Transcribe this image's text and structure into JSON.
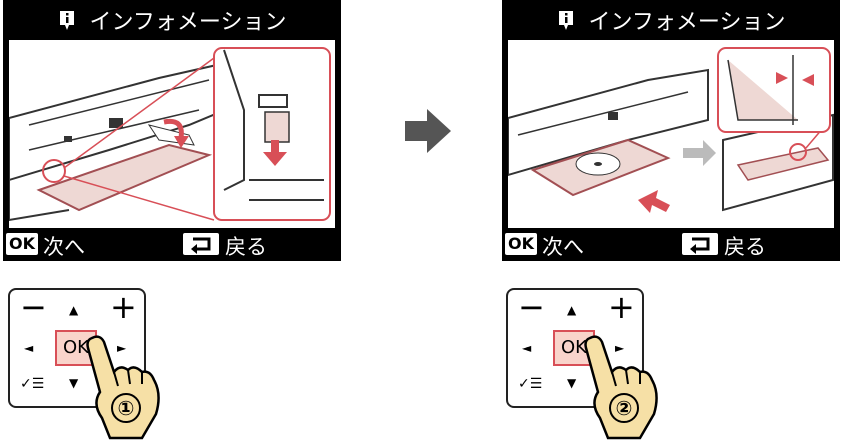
{
  "screens": [
    {
      "title": "インフォメーション",
      "ok_label": "OK",
      "next_label": "次へ",
      "back_label": "戻る"
    },
    {
      "title": "インフォメーション",
      "ok_label": "OK",
      "next_label": "次へ",
      "back_label": "戻る"
    }
  ],
  "pads": [
    {
      "ok_label": "OK",
      "step": "①"
    },
    {
      "ok_label": "OK",
      "step": "②"
    }
  ],
  "colors": {
    "screen_bg": "#000000",
    "highlight": "#d84f57",
    "ok_fill": "#f9d4cb",
    "hand_fill": "#f6e0a6"
  }
}
